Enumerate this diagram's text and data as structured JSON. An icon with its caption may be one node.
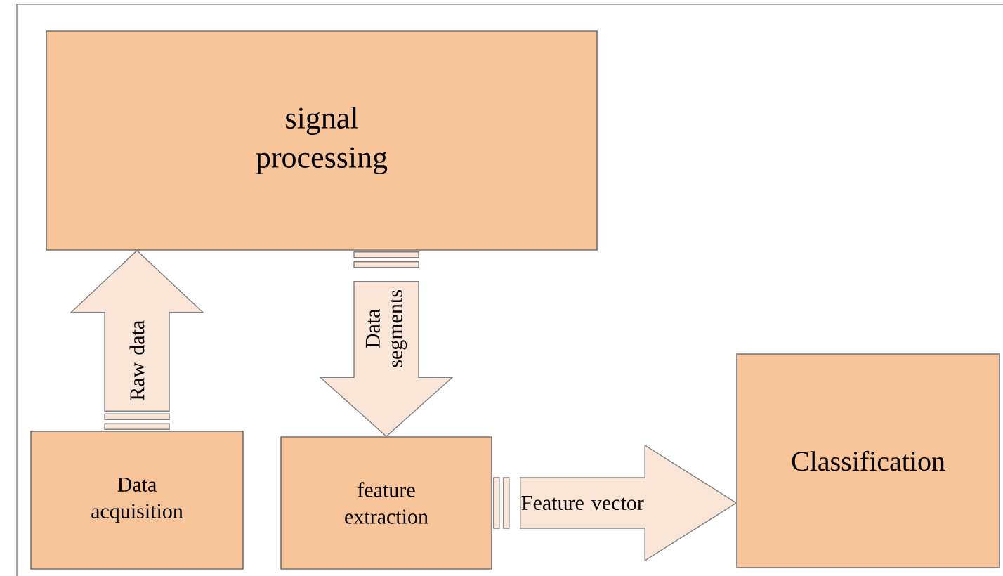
{
  "diagram": {
    "nodes": [
      {
        "text": [
          "signal processing"
        ]
      },
      {
        "text": [
          "Data acquisition"
        ]
      },
      {
        "text": [
          "feature extraction"
        ]
      },
      {
        "text": [
          "Classification"
        ]
      }
    ],
    "edges": [
      {
        "from": 1,
        "to": 0,
        "arrow": "to",
        "label": "Raw data"
      },
      {
        "from": 0,
        "to": 2,
        "arrow": "to",
        "label": "Data segments"
      },
      {
        "from": 2,
        "to": 3,
        "arrow": "to",
        "label": "Feature vector"
      }
    ]
  }
}
